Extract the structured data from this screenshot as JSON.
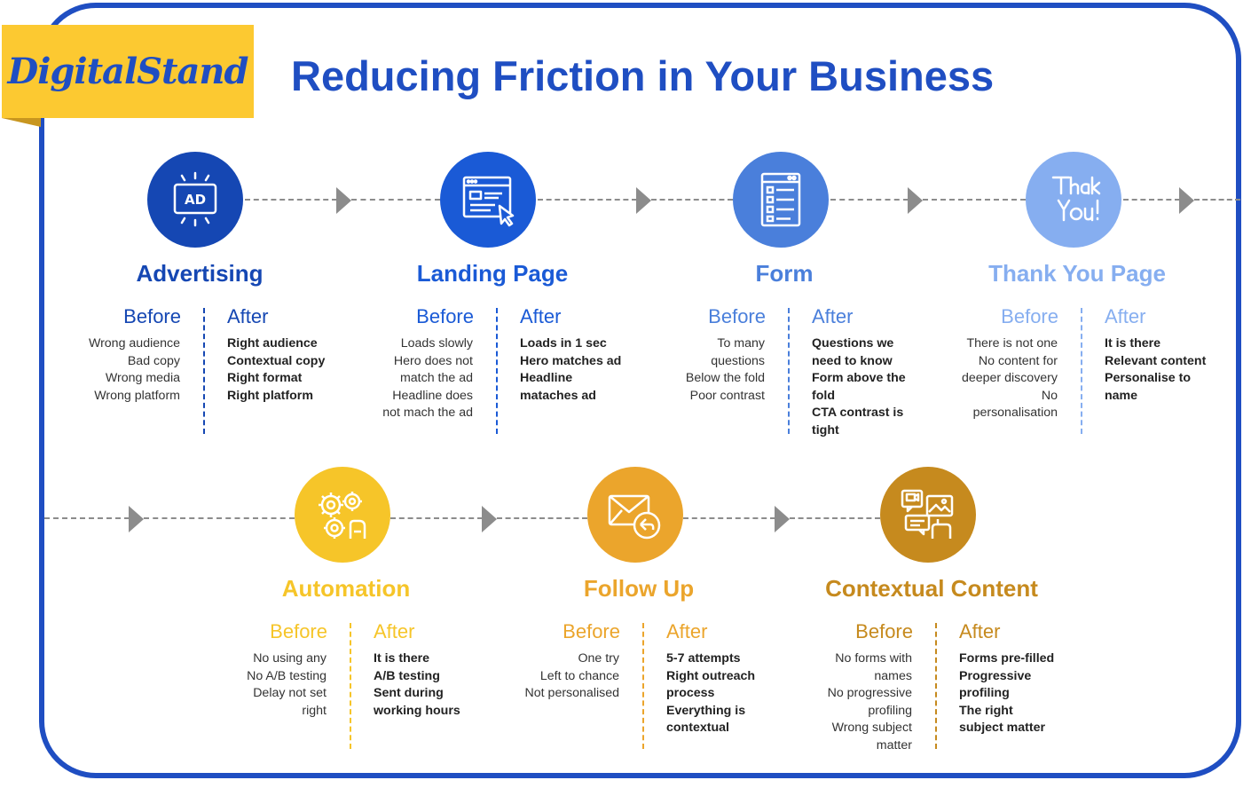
{
  "brand": {
    "logo_text": "DigitalStand",
    "colors": {
      "frame": "#1f4ec2",
      "logo_bg": "#fcc931",
      "connector": "#8c8c8c"
    }
  },
  "title": "Reducing Friction in Your Business",
  "labels": {
    "before": "Before",
    "after": "After"
  },
  "stages": [
    {
      "name": "Advertising",
      "icon": "ad-icon",
      "color": "#1547b3",
      "before": [
        "Wrong audience",
        "Bad copy",
        "Wrong media",
        "Wrong platform"
      ],
      "after": [
        "Right audience",
        "Contextual copy",
        "Right format",
        "Right platform"
      ]
    },
    {
      "name": "Landing Page",
      "icon": "browser-click-icon",
      "color": "#1a5ad6",
      "before": [
        "Loads slowly",
        "Hero does not",
        "match the ad",
        "Headline does",
        "not mach the ad"
      ],
      "after": [
        "Loads in 1 sec",
        "Hero matches ad",
        "Headline",
        "mataches ad"
      ]
    },
    {
      "name": "Form",
      "icon": "form-icon",
      "color": "#4a7fdb",
      "before": [
        "To many",
        "questions",
        "Below the fold",
        "Poor contrast"
      ],
      "after": [
        "Questions we",
        "need to know",
        "Form above the",
        "fold",
        "CTA contrast is",
        "tight"
      ]
    },
    {
      "name": "Thank You Page",
      "icon": "thank-you-icon",
      "color": "#86aef0",
      "before": [
        "There is not one",
        "No content for",
        "deeper discovery",
        "No",
        "personalisation"
      ],
      "after": [
        "It is there",
        "Relevant content",
        "Personalise to",
        "name"
      ]
    },
    {
      "name": "Automation",
      "icon": "gears-icon",
      "color": "#f6c529",
      "before": [
        "No  using any",
        "No A/B testing",
        "Delay not set",
        "right"
      ],
      "after": [
        "It is there",
        "A/B testing",
        "Sent during",
        "working hours"
      ]
    },
    {
      "name": "Follow Up",
      "icon": "email-reply-icon",
      "color": "#eba52c",
      "before": [
        "One try",
        "Left to chance",
        "Not personalised"
      ],
      "after": [
        "5-7 attempts",
        "Right outreach",
        "process",
        "Everything is",
        "contextual"
      ]
    },
    {
      "name": "Contextual Content",
      "icon": "content-chat-icon",
      "color": "#c68a1e",
      "before": [
        "No forms with",
        "names",
        "No progressive",
        "profiling",
        "Wrong subject",
        "matter"
      ],
      "after": [
        "Forms pre-filled",
        "Progressive",
        "profiling",
        "The right",
        "subject matter"
      ]
    }
  ]
}
